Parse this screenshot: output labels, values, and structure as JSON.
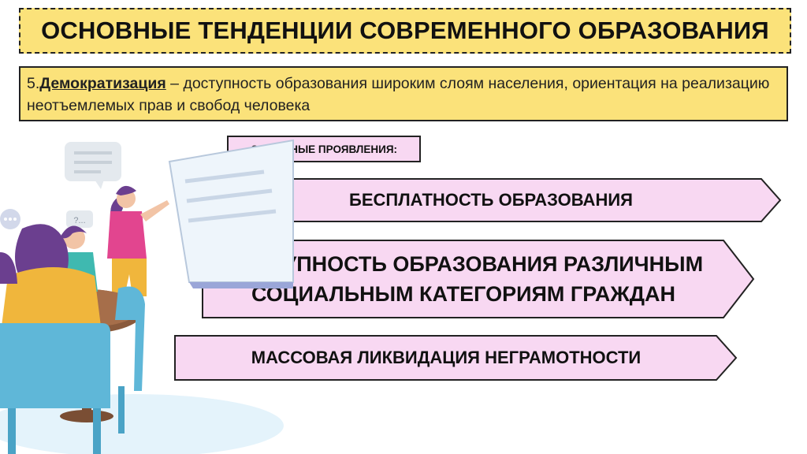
{
  "title": "ОСНОВНЫЕ ТЕНДЕНЦИИ СОВРЕМЕННОГО ОБРАЗОВАНИЯ",
  "definition": {
    "number": "5.",
    "term": "Демократизация",
    "text": " – доступность образования широким слоям населения, ориентация на реализацию неотъемлемых прав и свобод человека"
  },
  "section_label": "ОСНОВНЫЕ ПРОЯВЛЕНИЯ:",
  "items": [
    {
      "line1": "БЕСПЛАТНОСТЬ ОБРАЗОВАНИЯ"
    },
    {
      "line1": "ДОСТУПНОСТЬ ОБРАЗОВАНИЯ РАЗЛИЧНЫМ",
      "line2": "СОЦИАЛЬНЫМ КАТЕГОРИЯМ ГРАЖДАН"
    },
    {
      "line1": "МАССОВАЯ ЛИКВИДАЦИЯ НЕГРАМОТНОСТИ"
    }
  ],
  "illustration": {
    "bubble_small": "?...",
    "icon": "classroom-presentation-illustration"
  },
  "colors": {
    "title_bg": "#fbe27a",
    "item_bg": "#f8d8f2",
    "border": "#222222"
  }
}
